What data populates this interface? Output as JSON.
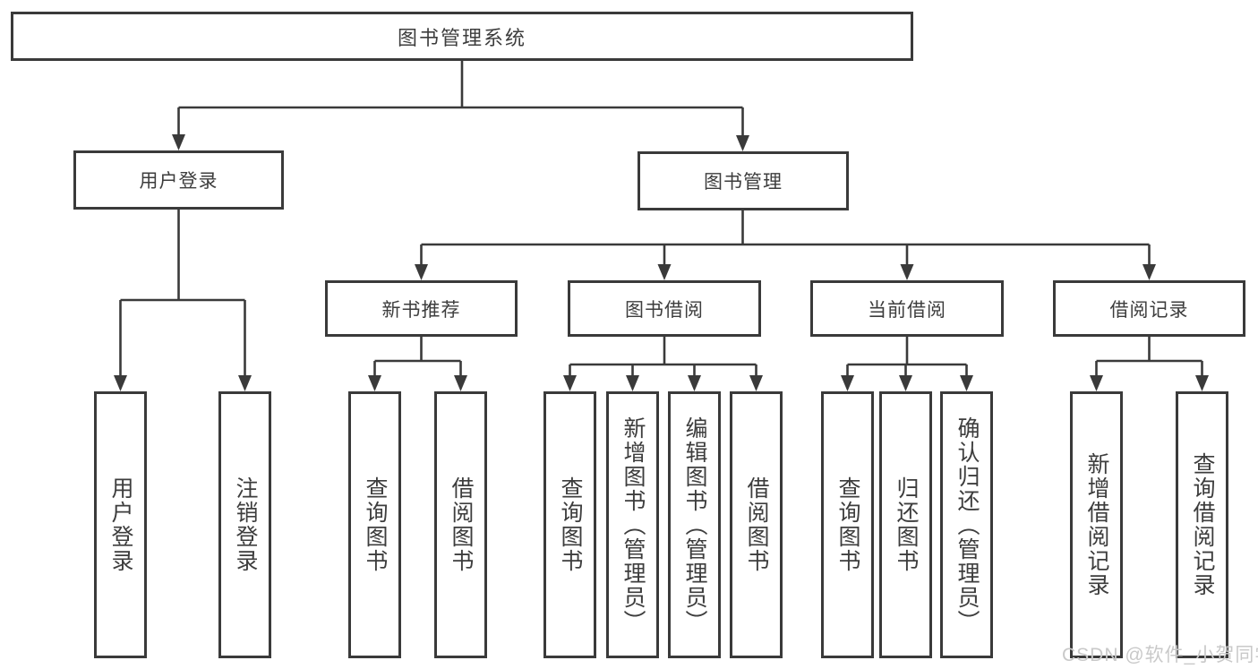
{
  "diagram": {
    "root": {
      "label": "图书管理系统"
    },
    "branches": [
      {
        "label": "用户登录",
        "children": [
          {
            "label": "用户登录"
          },
          {
            "label": "注销登录"
          }
        ]
      },
      {
        "label": "图书管理",
        "children": [
          {
            "label": "新书推荐",
            "children": [
              {
                "label": "查询图书"
              },
              {
                "label": "借阅图书"
              }
            ]
          },
          {
            "label": "图书借阅",
            "children": [
              {
                "label": "查询图书"
              },
              {
                "label": "新增图书（管理员）"
              },
              {
                "label": "编辑图书（管理员）"
              },
              {
                "label": "借阅图书"
              }
            ]
          },
          {
            "label": "当前借阅",
            "children": [
              {
                "label": "查询图书"
              },
              {
                "label": "归还图书"
              },
              {
                "label": "确认归还（管理员）"
              }
            ]
          },
          {
            "label": "借阅记录",
            "children": [
              {
                "label": "新增借阅记录"
              },
              {
                "label": "查询借阅记录"
              }
            ]
          }
        ]
      }
    ]
  },
  "watermark": {
    "text": "CSDN @软件_小贺同学"
  },
  "colors": {
    "line": "#3a3a3a",
    "box_border": "#3a3a3a",
    "text": "#3d3d3d",
    "watermark": "#c9c9c9",
    "background": "#ffffff"
  }
}
